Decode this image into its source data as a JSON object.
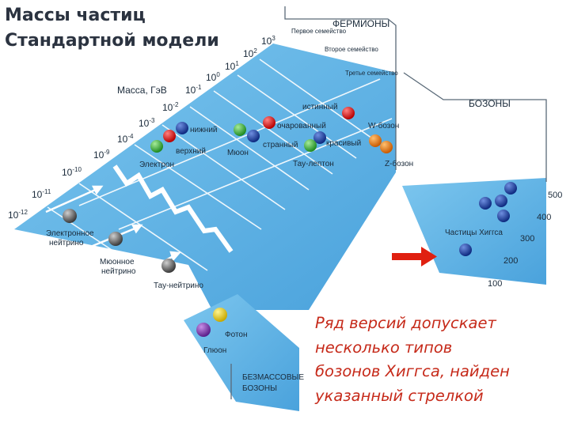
{
  "title": {
    "line1": "Массы частиц",
    "line2": "Стандартной модели"
  },
  "mass_label": "Масса, ГэВ",
  "mass_exponents": [
    "-12",
    "-11",
    "-10",
    "-9",
    "-4",
    "-3",
    "-2",
    "-1",
    "0",
    "1",
    "2",
    "3"
  ],
  "mass_base": "10",
  "fermions_header": "ФЕРМИОНЫ",
  "bosons_header": "БОЗОНЫ",
  "families": [
    "Первое семейство",
    "Второе семейство",
    "Третье семейство"
  ],
  "particles": {
    "down": "нижний",
    "up": "верхний",
    "electron": "Электрон",
    "muon": "Мюон",
    "strange": "странный",
    "charm": "очарованный",
    "tau": "Тау-лептон",
    "bottom": "красивый",
    "top": "истинный",
    "w": "W-бозон",
    "z": "Z-бозон",
    "e_nu": "Электронное нейтрино",
    "mu_nu": "Мюонное нейтрино",
    "tau_nu": "Тау-нейтрино",
    "photon": "Фотон",
    "gluon": "Глюон",
    "higgs": "Частицы Хиггса"
  },
  "higgs_scale": [
    "500",
    "400",
    "300",
    "200",
    "100"
  ],
  "massless": [
    "БЕЗМАССОВЫЕ",
    "БОЗОНЫ"
  ],
  "caption": [
    "Ряд версий допускает",
    "несколько типов",
    "бозонов Хиггса, найден",
    "указанный стрелкой"
  ],
  "colors": {
    "plane": "#62b4e6",
    "title": "#2b3340",
    "caption": "#c62a1a",
    "arrow": "#e02010"
  }
}
